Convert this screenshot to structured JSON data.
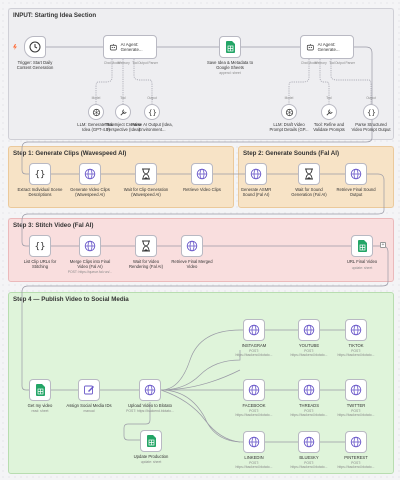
{
  "sections": {
    "input": "INPUT: Starting Idea Section",
    "step1": "Step 1: Generate Clips (Wavespeed AI)",
    "step2": "Step 2: Generate Sounds (Fal AI)",
    "step3": "Step 3: Stitch Video (Fal AI)",
    "step4": "Step 4 — Publish Video to Social Media"
  },
  "input": {
    "trigger": "Trigger: Start Daily Content Generation",
    "agent1": "AI Agent: Generate...",
    "agent1_ports": [
      "Chat Model",
      "Memory",
      "Tool",
      "Output Parser"
    ],
    "save": "Save Idea & Metadata to Google Sheets",
    "save_sub": "append: sheet",
    "agent2": "AI Agent: Generate...",
    "agent2_ports": [
      "Chat Model",
      "Memory",
      "Tool",
      "Output Parser"
    ],
    "sub_llm1": "LLM: Generate Raw Idea (GPT-4.1)",
    "sub_tool1": "Tool: Inject Creative Perspective (Idea)",
    "sub_parse1": "Parse AI Output (Idea, Environment...",
    "sub_llm2": "LLM: Draft Video Prompt Details (GP...",
    "sub_tool2": "Tool: Refine and Validate Prompts",
    "sub_parse2": "Parse Structured Video Prompt Output",
    "sub_tags": [
      "Model",
      "Tool",
      "Output",
      "Model",
      "Tool",
      "Output"
    ]
  },
  "step1": {
    "n1": "Extract Individual Scene Descriptions",
    "n2": "Generate Video Clips (Wavespeed AI)",
    "n3": "Wait for Clip Generation (Wavespeed AI)",
    "n4": "Retrieve Video Clips"
  },
  "step2": {
    "n1": "Generate ASMR Sound (Fal AI)",
    "n2": "Wait for Sound Generation (Fal AI)",
    "n3": "Retrieve Final Sound Output"
  },
  "step3": {
    "n1": "List Clip URLs for Stitching",
    "n2": "Merge Clips into Final Video (Fal AI)",
    "n2_sub": "POST: https://queue.fal.run/...",
    "n3": "Wait for Video Rendering (Fal AI)",
    "n4": "Retrieve Final Merged Video",
    "n5": "URL Final Video",
    "n5_sub": "update: sheet"
  },
  "step4": {
    "n1": "Get my video",
    "n1_sub": "read: sheet",
    "n2": "Assign Social Media IDs",
    "n2_sub": "manual",
    "n3": "Upload Video to Blotato",
    "n3_sub": "POST: https://backend.blotato...",
    "n4": "Update Production",
    "n4_sub": "update: sheet",
    "posts": [
      {
        "name": "INSTAGRAM",
        "sub": "POST: https://backend.blotato..."
      },
      {
        "name": "YOUTUBE",
        "sub": "POST: https://backend.blotato..."
      },
      {
        "name": "TIKTOK",
        "sub": "POST: https://backend.blotato..."
      },
      {
        "name": "FACEBOOK",
        "sub": "POST: https://backend.blotato..."
      },
      {
        "name": "THREADS",
        "sub": "POST: https://backend.blotato..."
      },
      {
        "name": "TWITTER",
        "sub": "POST: https://backend.blotato..."
      },
      {
        "name": "LINKEDIN",
        "sub": "POST: https://backend.blotato..."
      },
      {
        "name": "BLUESKY",
        "sub": "POST: https://backend.blotato..."
      },
      {
        "name": "PINTEREST",
        "sub": "POST: https://backend.blotato..."
      }
    ]
  },
  "colors": {
    "wire": "#9a9aa6",
    "sheets_green": "#23a566",
    "globe": "#6a58c9",
    "trigger_orange": "#ff6d3a"
  }
}
